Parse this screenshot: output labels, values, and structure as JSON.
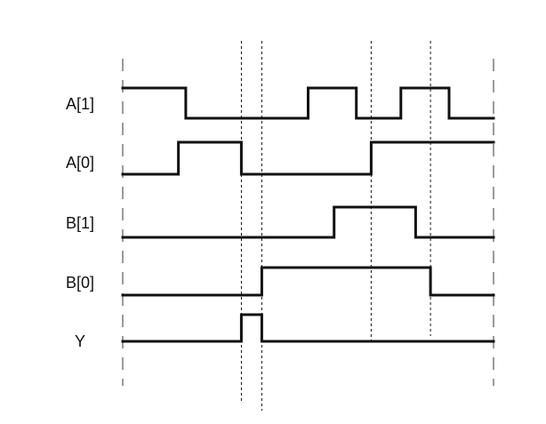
{
  "diagram": {
    "type": "timing",
    "colors": {
      "waveform": "#111111",
      "boundary": "#9a9a9a",
      "guide": "#111111",
      "background": "#ffffff"
    },
    "time_range": [
      0,
      100
    ],
    "boundaries": [
      0,
      100
    ],
    "guide_times": [
      32,
      37.5,
      67,
      83
    ],
    "signals": [
      {
        "id": "a1",
        "label": "A[1]",
        "initial": 1,
        "transitions": [
          17,
          50,
          63,
          75,
          88
        ]
      },
      {
        "id": "a0",
        "label": "A[0]",
        "initial": 0,
        "transitions": [
          15,
          32,
          67
        ]
      },
      {
        "id": "b1",
        "label": "B[1]",
        "initial": 0,
        "transitions": [
          57,
          79
        ]
      },
      {
        "id": "b0",
        "label": "B[0]",
        "initial": 0,
        "transitions": [
          37.5,
          83
        ]
      },
      {
        "id": "y",
        "label": "Y",
        "initial": 0,
        "transitions": [
          32,
          37.5
        ]
      }
    ]
  }
}
